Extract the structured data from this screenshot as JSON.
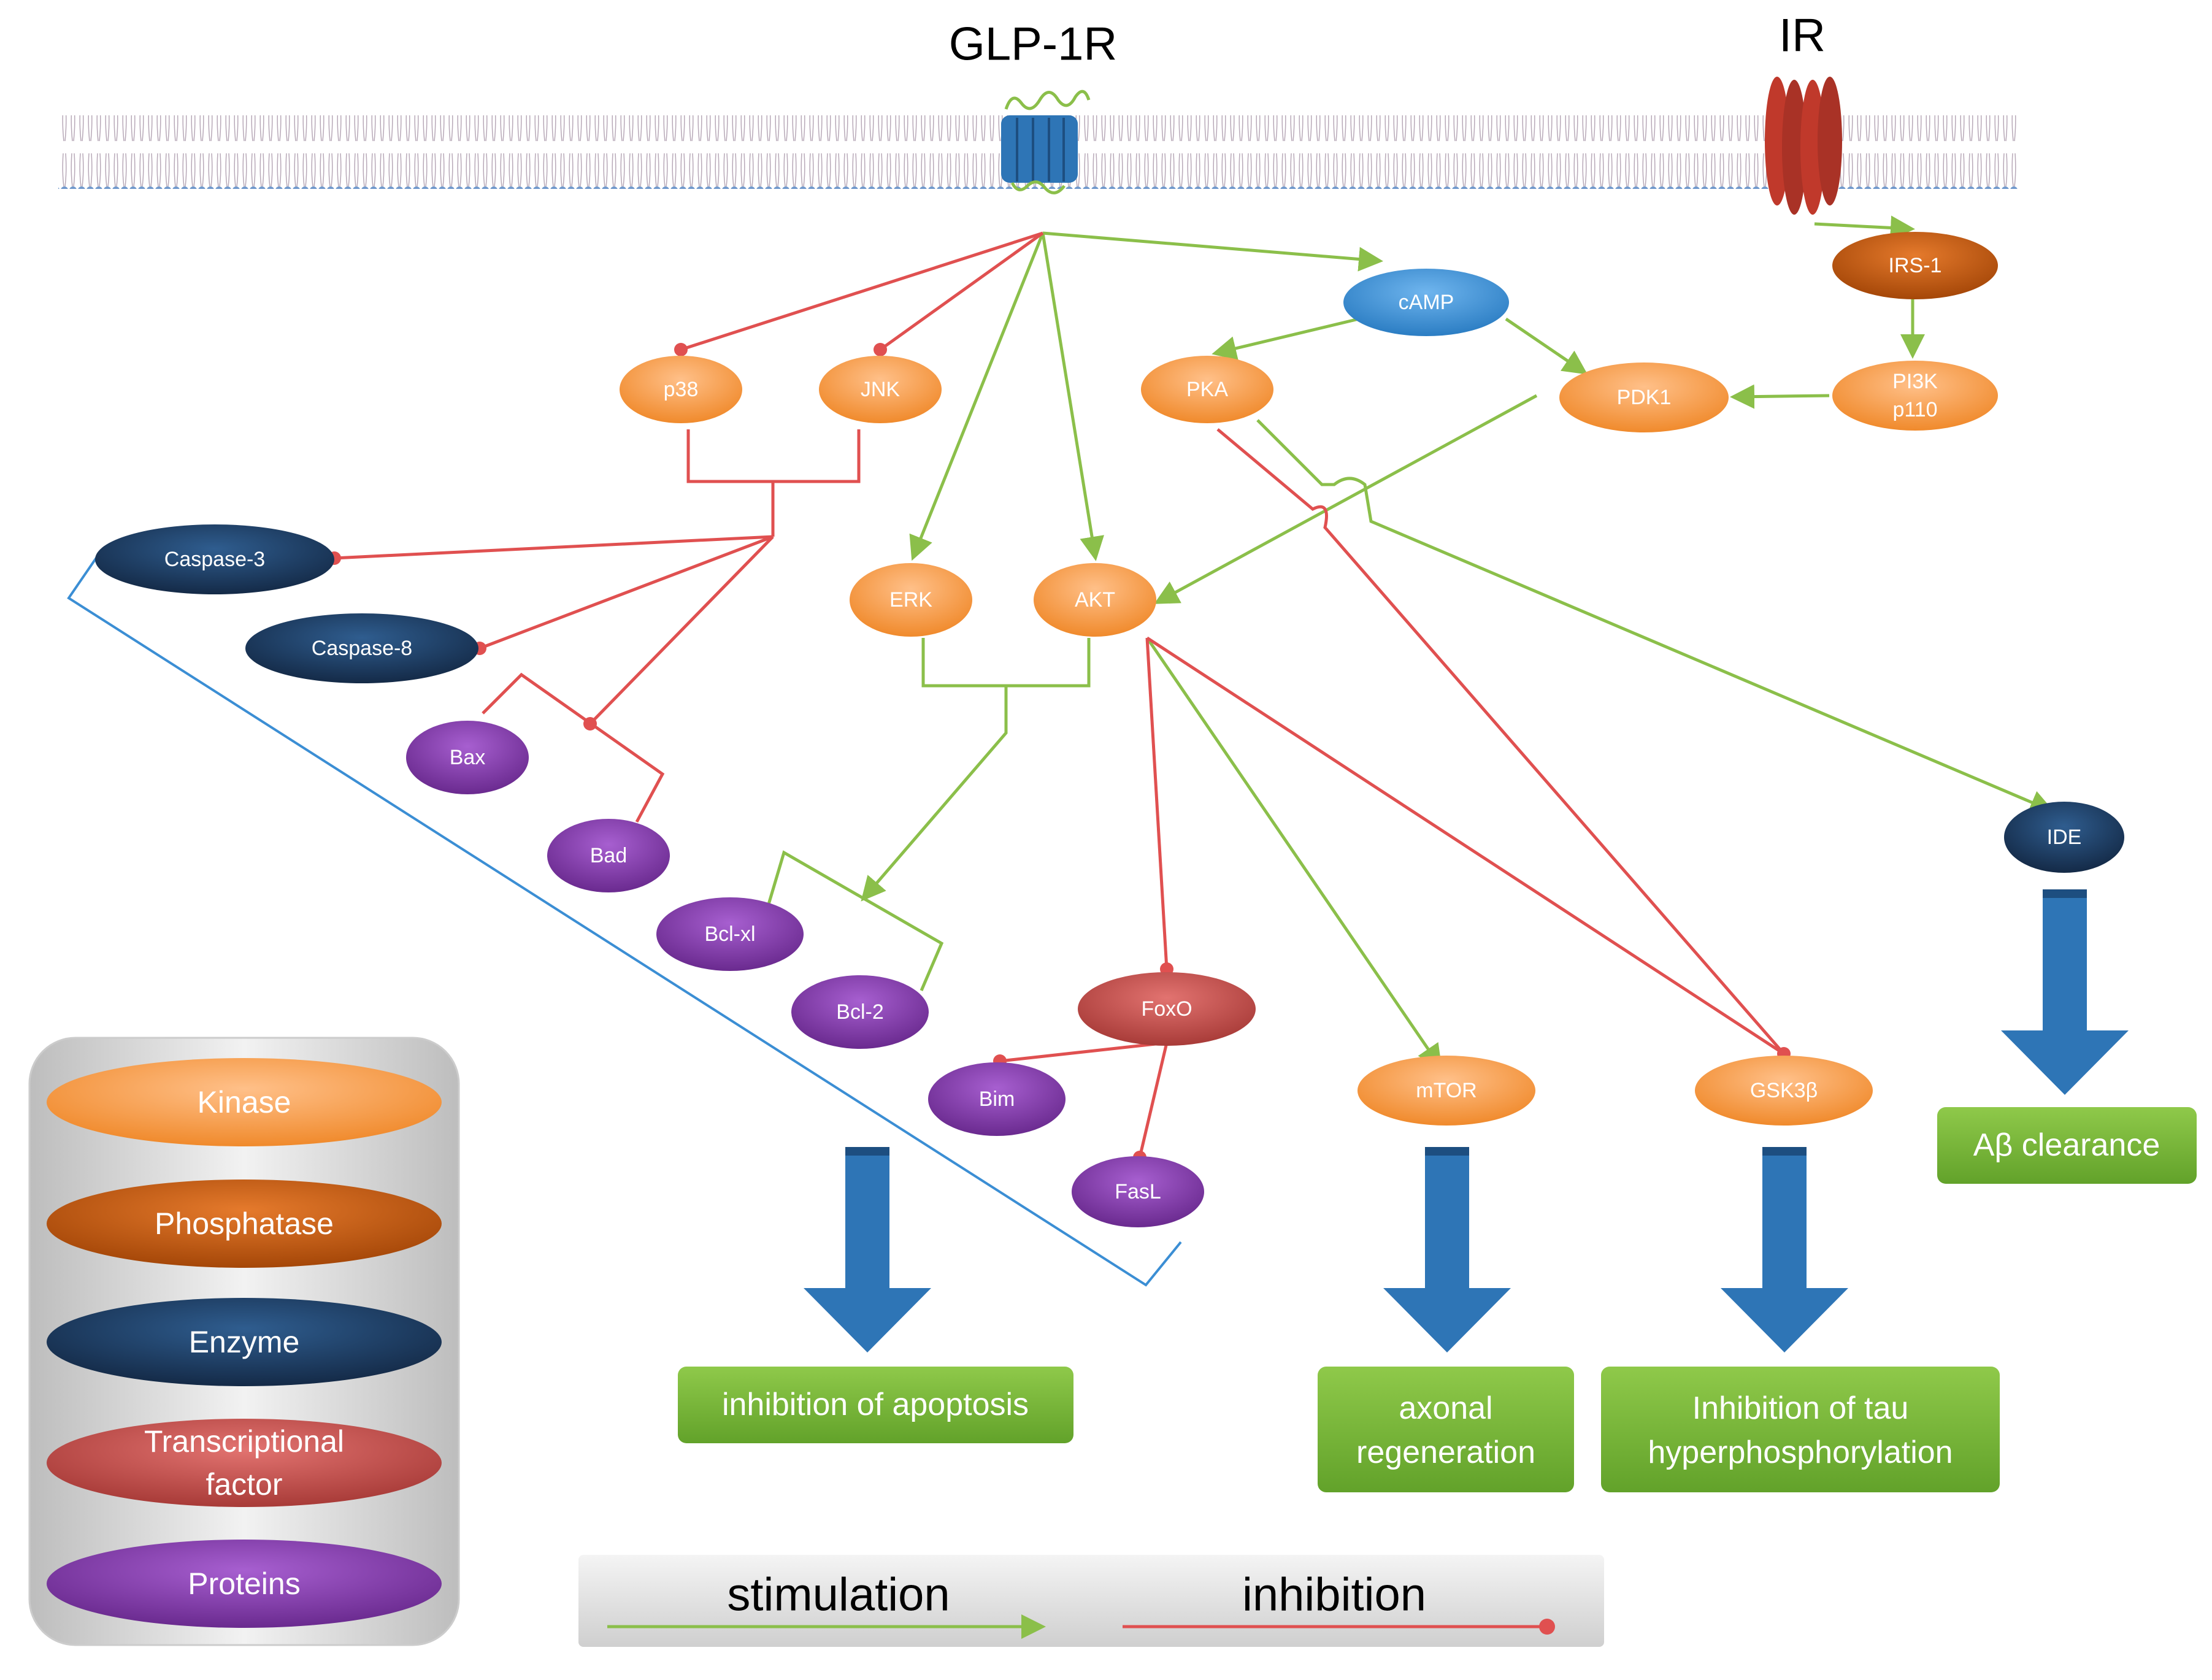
{
  "receptors": {
    "glp1r": "GLP-1R",
    "ir": "IR"
  },
  "nodes": {
    "p38": "p38",
    "jnk": "JNK",
    "camp": "cAMP",
    "pka": "PKA",
    "pdk1": "PDK1",
    "irs1": "IRS-1",
    "pi3k_line1": "PI3K",
    "pi3k_line2": "p110",
    "caspase3": "Caspase-3",
    "caspase8": "Caspase-8",
    "erk": "ERK",
    "akt": "AKT",
    "bax": "Bax",
    "bad": "Bad",
    "bclxl": "Bcl-xl",
    "bcl2": "Bcl-2",
    "foxo": "FoxO",
    "bim": "Bim",
    "fasl": "FasL",
    "mtor": "mTOR",
    "gsk3b": "GSK3β",
    "ide": "IDE"
  },
  "outcomes": {
    "apoptosis": "inhibition of apoptosis",
    "axonal_line1": "axonal",
    "axonal_line2": "regeneration",
    "tau_line1": "Inhibition of tau",
    "tau_line2": "hyperphosphorylation",
    "abeta": "Aβ clearance"
  },
  "legend": {
    "kinase": "Kinase",
    "phosphatase": "Phosphatase",
    "enzyme": "Enzyme",
    "tf_line1": "Transcriptional",
    "tf_line2": "factor",
    "proteins": "Proteins"
  },
  "key": {
    "stimulation": "stimulation",
    "inhibition": "inhibition"
  },
  "colors": {
    "kinase": "#f79a45",
    "phosphatase": "#c65a11",
    "enzyme": "#1f3f66",
    "transcription_factor": "#c0504d",
    "protein": "#7f3aa3",
    "second_messenger": "#3b8ed4",
    "stimulation": "#8bbf4a",
    "inhibition": "#e05050",
    "outcome_box": "#7dbb33",
    "big_arrow": "#2e75b6",
    "membrane": "#7aa0d0",
    "ir_receptor": "#c0392b",
    "glp1r_receptor": "#2e75b6"
  }
}
